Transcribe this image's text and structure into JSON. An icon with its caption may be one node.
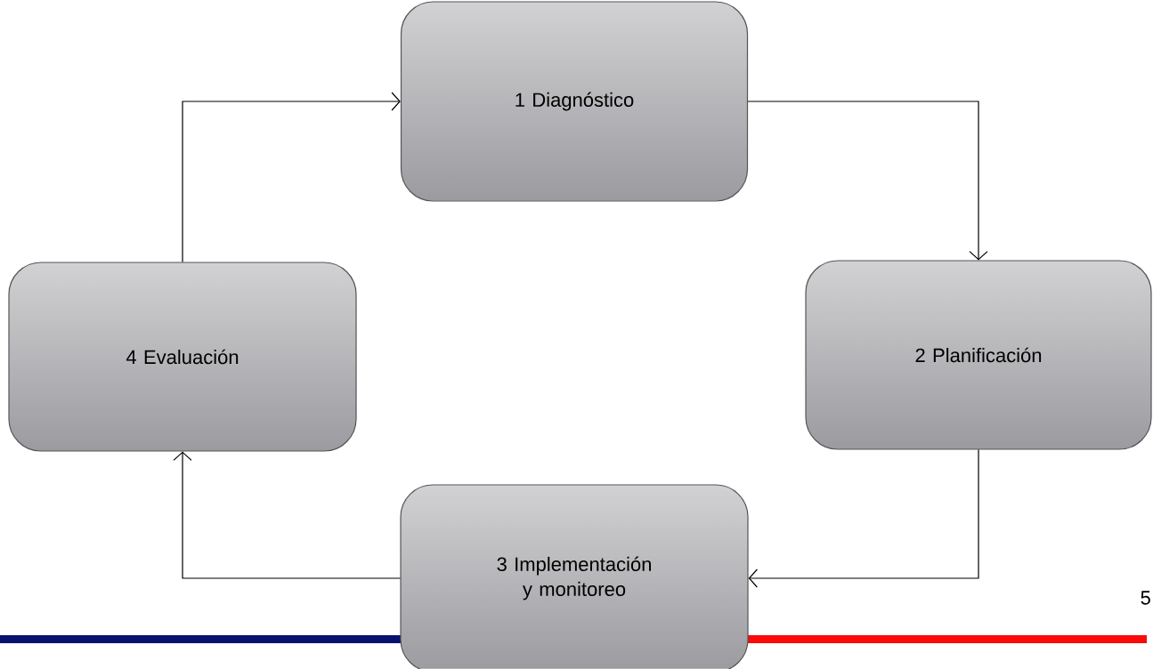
{
  "diagram": {
    "nodes": [
      {
        "text": [
          "1 Diagnóstico"
        ]
      },
      {
        "text": [
          "2 Planificación"
        ]
      },
      {
        "text": [
          "3 Implementación y monitoreo"
        ]
      },
      {
        "text": [
          "4 Evaluación"
        ]
      }
    ],
    "edges": [
      {
        "from": 0,
        "to": 1,
        "arrow": "to"
      },
      {
        "from": 1,
        "to": 2,
        "arrow": "to"
      },
      {
        "from": 2,
        "to": 3,
        "arrow": "to"
      },
      {
        "from": 3,
        "to": 0,
        "arrow": "to"
      }
    ],
    "labels": [
      "5"
    ]
  }
}
